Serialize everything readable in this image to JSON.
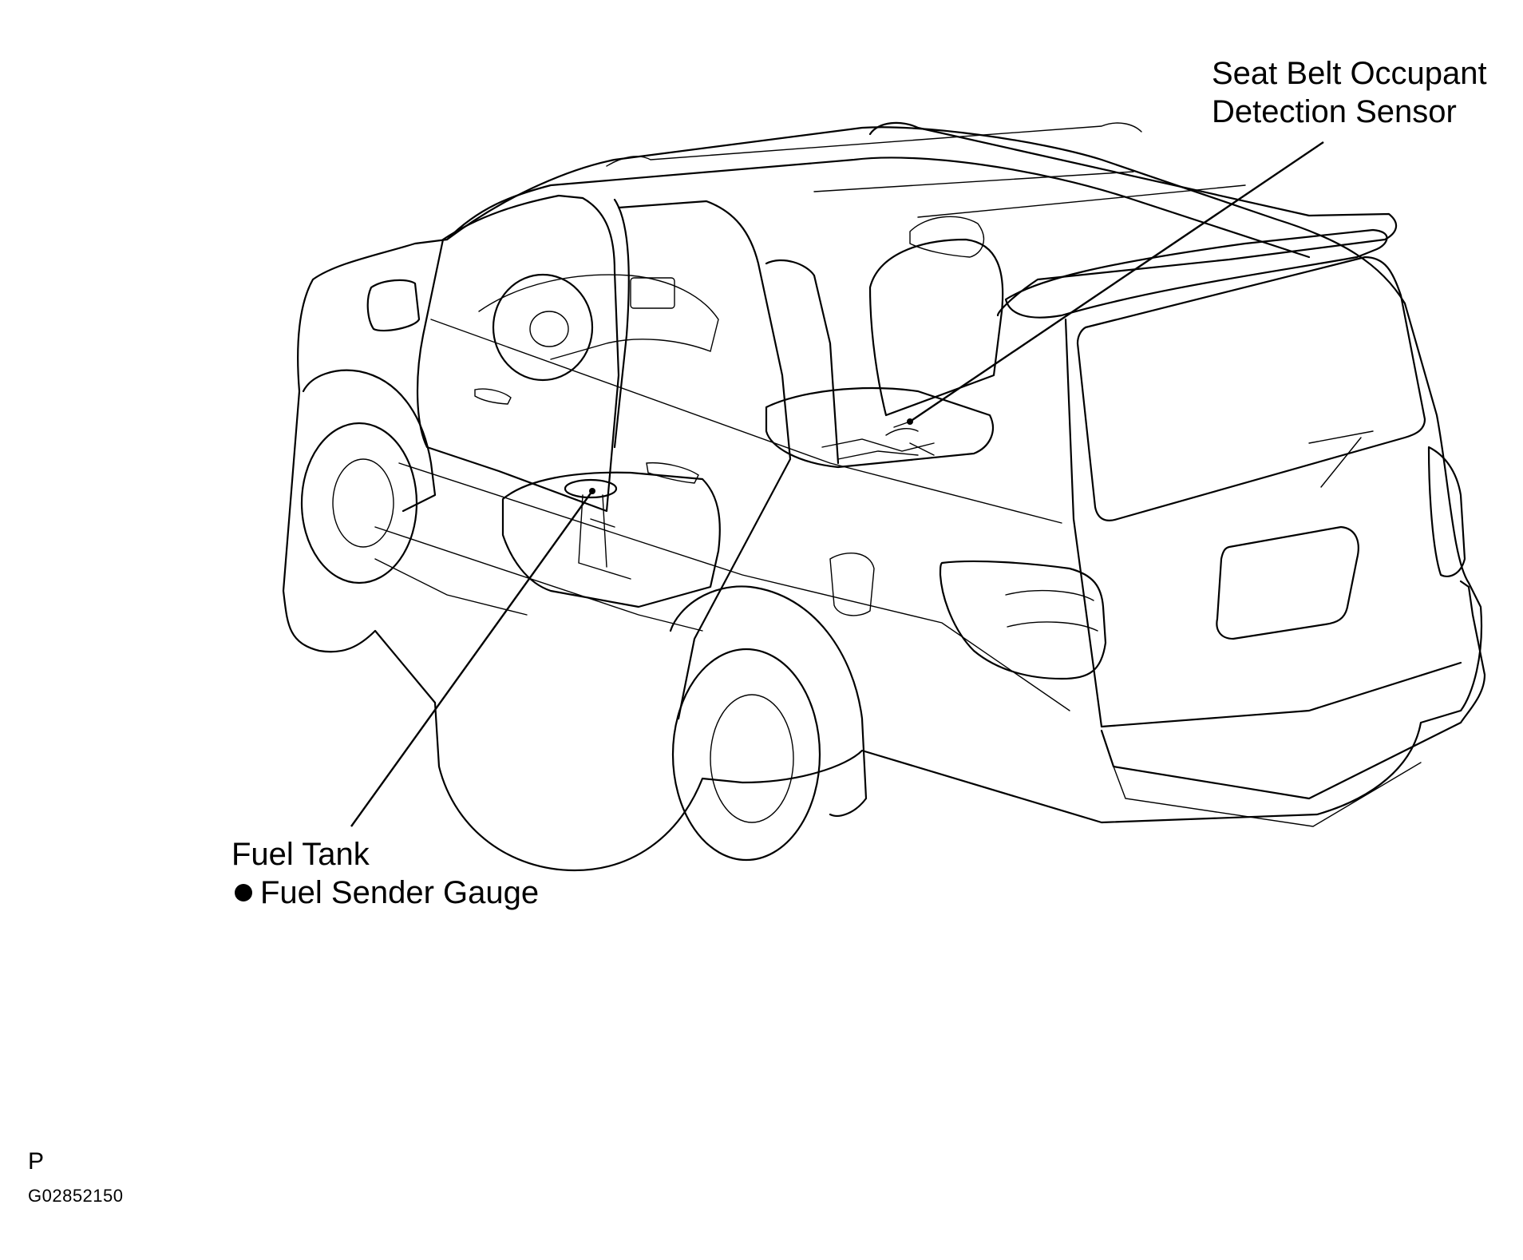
{
  "callouts": {
    "seat_belt_sensor": [
      "Seat Belt Occupant",
      "Detection Sensor"
    ],
    "fuel_tank": "Fuel Tank",
    "fuel_sender_gauge": "Fuel Sender Gauge"
  },
  "page_letter": "P",
  "figure_code": "G02852150"
}
